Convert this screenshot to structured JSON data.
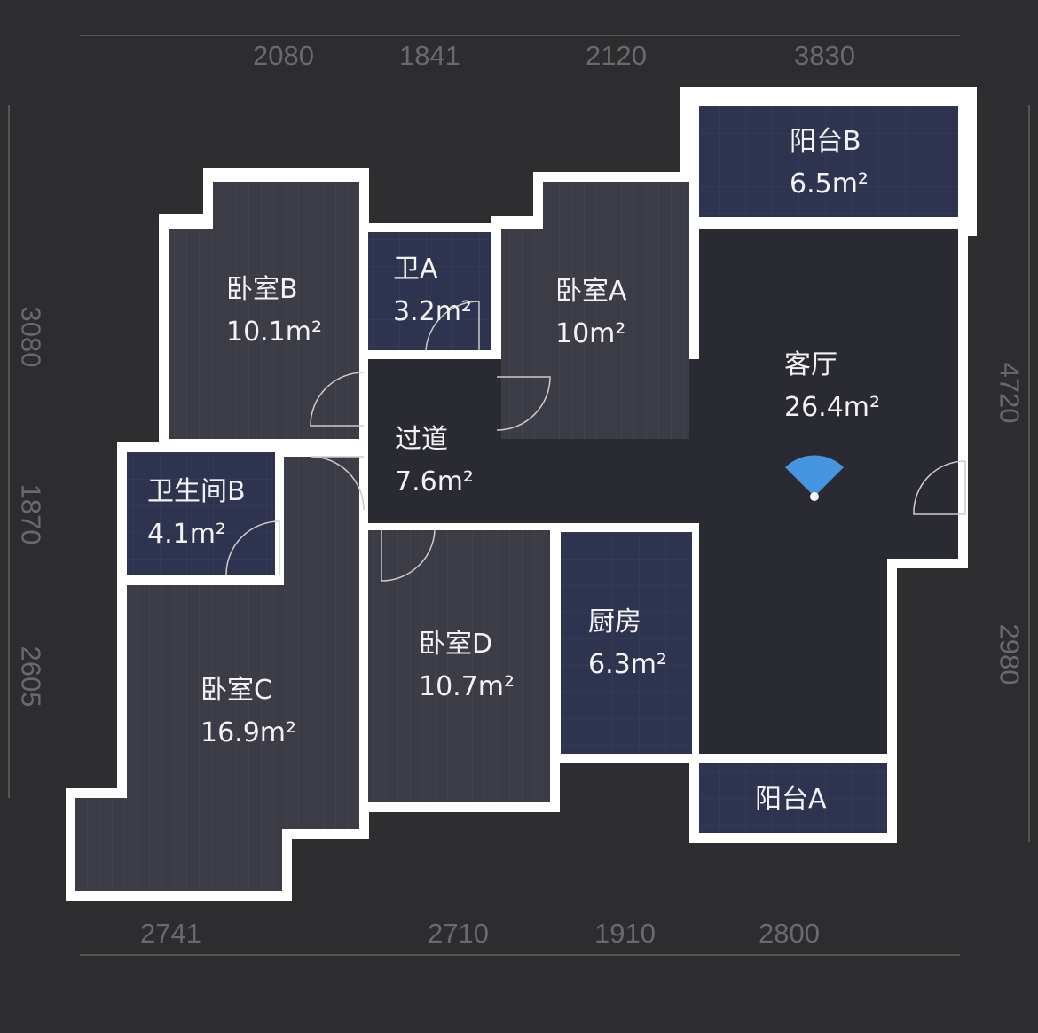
{
  "dimensions": {
    "top": [
      "2080",
      "1841",
      "2120",
      "3830"
    ],
    "bottom": [
      "2741",
      "2710",
      "1910",
      "2800"
    ],
    "left": [
      "3080",
      "1870",
      "2605"
    ],
    "right": [
      "4720",
      "2980"
    ]
  },
  "rooms": {
    "bedroom_b": {
      "name": "卧室B",
      "area": "10.1m²"
    },
    "bath_a": {
      "name": "卫A",
      "area": "3.2m²"
    },
    "bedroom_a": {
      "name": "卧室A",
      "area": "10m²"
    },
    "balcony_b": {
      "name": "阳台B",
      "area": "6.5m²"
    },
    "living": {
      "name": "客厅",
      "area": "26.4m²"
    },
    "hallway": {
      "name": "过道",
      "area": "7.6m²"
    },
    "bath_b": {
      "name": "卫生间B",
      "area": "4.1m²"
    },
    "bedroom_c": {
      "name": "卧室C",
      "area": "16.9m²"
    },
    "bedroom_d": {
      "name": "卧室D",
      "area": "10.7m²"
    },
    "kitchen": {
      "name": "厨房",
      "area": "6.3m²"
    },
    "balcony_a": {
      "name": "阳台A"
    }
  },
  "colors": {
    "wall": "#ffffff",
    "wood": "#3c3c46",
    "tile": "#2e3350",
    "hall": "#2a2b32",
    "router": "#4aa8ff"
  }
}
